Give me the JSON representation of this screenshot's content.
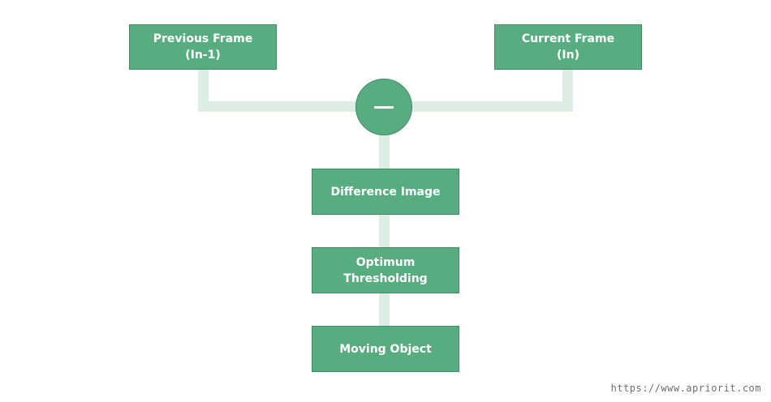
{
  "diagram": {
    "inputs": [
      {
        "title": "Previous Frame",
        "subtitle": "(In-1)"
      },
      {
        "title": "Current Frame",
        "subtitle": "(In)"
      }
    ],
    "operator": {
      "symbol": "—",
      "icon": "minus-icon"
    },
    "steps": [
      {
        "lines": [
          "Difference Image"
        ]
      },
      {
        "lines": [
          "Optimum",
          "Thresholding"
        ]
      },
      {
        "lines": [
          "Moving Object"
        ]
      }
    ]
  },
  "colors": {
    "box_fill": "#57ad80",
    "box_border": "#3f8b63",
    "connector": "#dcede3",
    "text": "#ffffff"
  },
  "watermark": "https://www.apriorit.com"
}
